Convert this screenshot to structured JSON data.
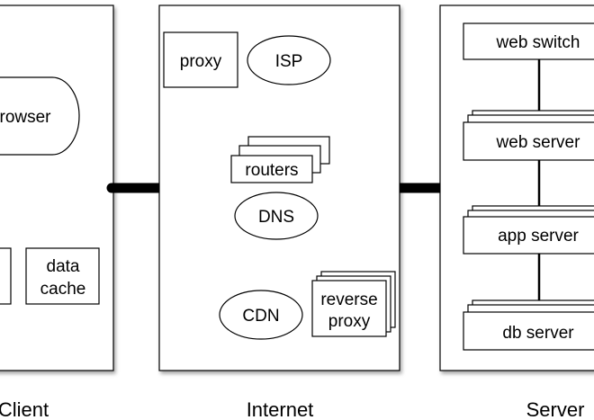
{
  "client": {
    "title": "Client",
    "browser": "rowser",
    "data_cache_line1": "data",
    "data_cache_line2": "cache"
  },
  "internet": {
    "title": "Internet",
    "proxy": "proxy",
    "isp": "ISP",
    "routers": "routers",
    "dns": "DNS",
    "cdn": "CDN",
    "reverse_proxy_line1": "reverse",
    "reverse_proxy_line2": "proxy"
  },
  "server": {
    "title": "Server",
    "web_switch": "web switch",
    "web_server": "web server",
    "app_server": "app server",
    "db_server": "db server"
  }
}
